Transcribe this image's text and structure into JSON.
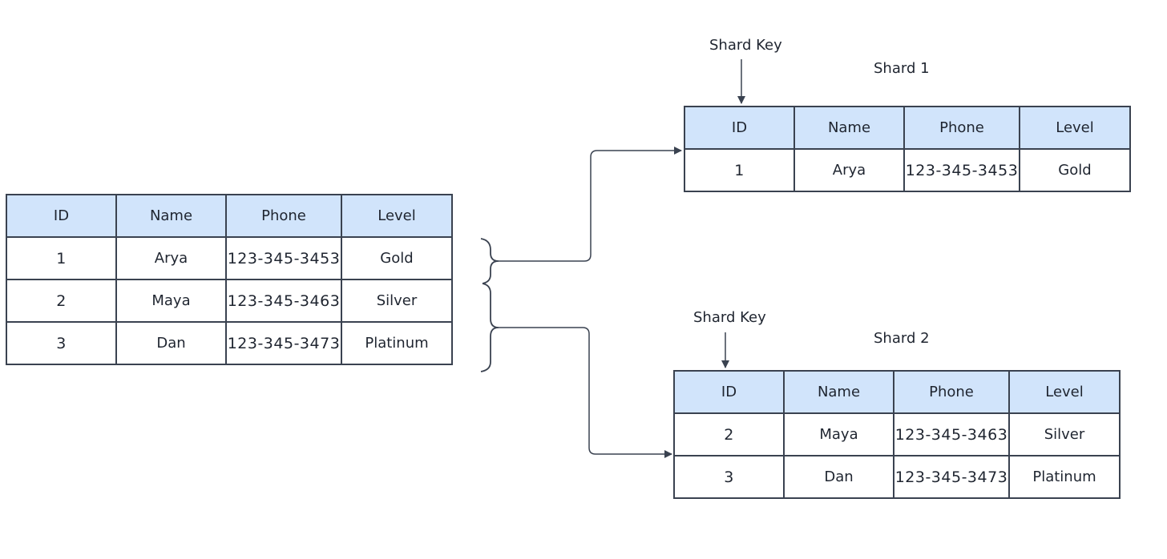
{
  "columns": [
    "ID",
    "Name",
    "Phone",
    "Level"
  ],
  "source_table": {
    "rows": [
      [
        "1",
        "Arya",
        "123-345-3453",
        "Gold"
      ],
      [
        "2",
        "Maya",
        "123-345-3463",
        "Silver"
      ],
      [
        "3",
        "Dan",
        "123-345-3473",
        "Platinum"
      ]
    ]
  },
  "shards": [
    {
      "title": "Shard 1",
      "shard_key_label": "Shard Key",
      "rows": [
        [
          "1",
          "Arya",
          "123-345-3453",
          "Gold"
        ]
      ]
    },
    {
      "title": "Shard 2",
      "shard_key_label": "Shard Key",
      "rows": [
        [
          "2",
          "Maya",
          "123-345-3463",
          "Silver"
        ],
        [
          "3",
          "Dan",
          "123-345-3473",
          "Platinum"
        ]
      ]
    }
  ],
  "colors": {
    "header_fill": "#d1e4fb",
    "line": "#3a4250"
  }
}
